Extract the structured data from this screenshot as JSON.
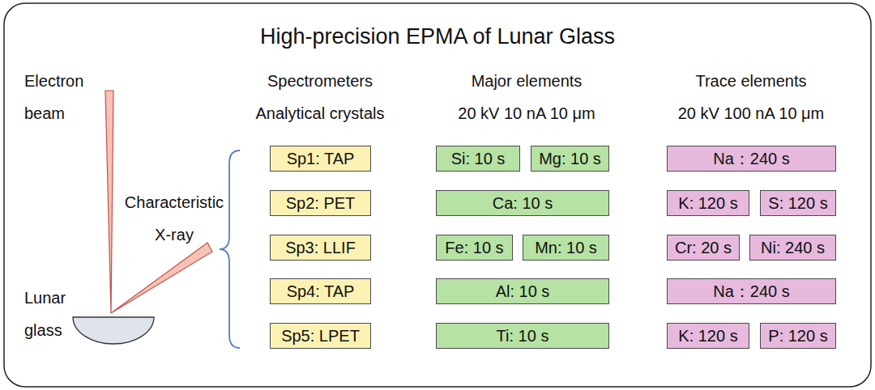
{
  "diagram": {
    "title": "High-precision EPMA of Lunar Glass",
    "nodes": [
      {
        "text": [
          "Sp1: TAP"
        ]
      },
      {
        "text": [
          "Si: 10 s"
        ]
      },
      {
        "text": [
          "Mg: 10 s"
        ]
      },
      {
        "text": [
          "Na：240 s"
        ]
      },
      {
        "text": [
          "Sp2:  PET"
        ]
      },
      {
        "text": [
          "Ca: 10 s"
        ]
      },
      {
        "text": [
          "K: 120 s"
        ]
      },
      {
        "text": [
          "S: 120 s"
        ]
      },
      {
        "text": [
          "Sp3:  LLIF"
        ]
      },
      {
        "text": [
          "Fe: 10 s"
        ]
      },
      {
        "text": [
          "Mn: 10 s"
        ]
      },
      {
        "text": [
          "Cr: 20 s"
        ]
      },
      {
        "text": [
          "Ni: 240 s"
        ]
      },
      {
        "text": [
          "Sp4: TAP"
        ]
      },
      {
        "text": [
          "Al: 10 s"
        ]
      },
      {
        "text": [
          "Na：240 s"
        ]
      },
      {
        "text": [
          "Sp5: LPET"
        ]
      },
      {
        "text": [
          "Ti: 10 s"
        ]
      },
      {
        "text": [
          "K: 120 s"
        ]
      },
      {
        "text": [
          "P: 120 s"
        ]
      }
    ],
    "labels": [
      "Electron beam",
      "Characteristic X-ray",
      "Lunar glass",
      "Spectrometers",
      "Analytical crystals",
      "Major elements",
      "20 kV 10 nA 10 μm",
      "Trace elements",
      "20 kV 100 nA 10 μm"
    ]
  }
}
